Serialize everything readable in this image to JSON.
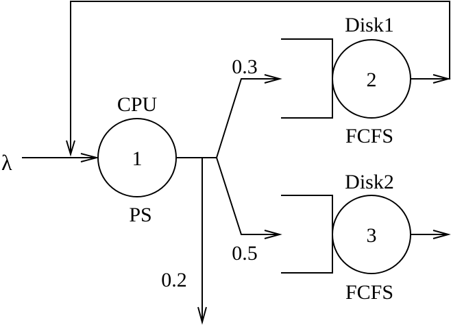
{
  "diagram": {
    "arrival_symbol": "λ",
    "cpu": {
      "name": "CPU",
      "number": "1",
      "discipline": "PS"
    },
    "disk1": {
      "name": "Disk1",
      "number": "2",
      "discipline": "FCFS"
    },
    "disk2": {
      "name": "Disk2",
      "number": "3",
      "discipline": "FCFS"
    },
    "probabilities": {
      "to_disk1": "0.3",
      "to_disk2": "0.5",
      "exit": "0.2"
    }
  }
}
